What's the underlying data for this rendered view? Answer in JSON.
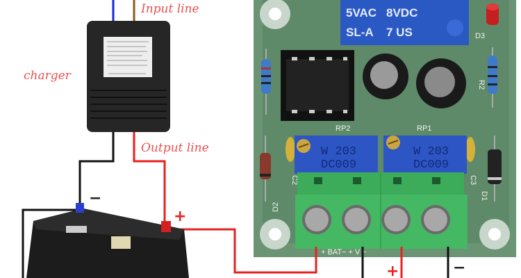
{
  "labels": {
    "input_line": "Input line",
    "charger": "charger",
    "output_line": "Output line",
    "battery_minus": "−",
    "battery_plus": "+",
    "board_plus": "+",
    "board_minus": "−"
  },
  "board": {
    "relay_lines": [
      "5VAC",
      "8VDC",
      "SL-A"
    ],
    "relay_mark": "7 US",
    "pots": [
      {
        "ref": "RP2",
        "line1": "W 203",
        "line2": "DC009"
      },
      {
        "ref": "RP1",
        "line1": "W 203",
        "line2": "DC009"
      }
    ],
    "silk": {
      "d1": "D1",
      "d2": "D2",
      "d3": "D3",
      "c2": "C2",
      "c3": "C3",
      "r2": "R2",
      "terminals": "+ BAT−  + V −"
    }
  },
  "colors": {
    "positive_wire": "#e8211f",
    "negative_wire": "#111111",
    "pcb": "#5e8a6a",
    "terminal": "#3cab5a",
    "pot": "#2d55c4",
    "label": "#e8504f"
  }
}
